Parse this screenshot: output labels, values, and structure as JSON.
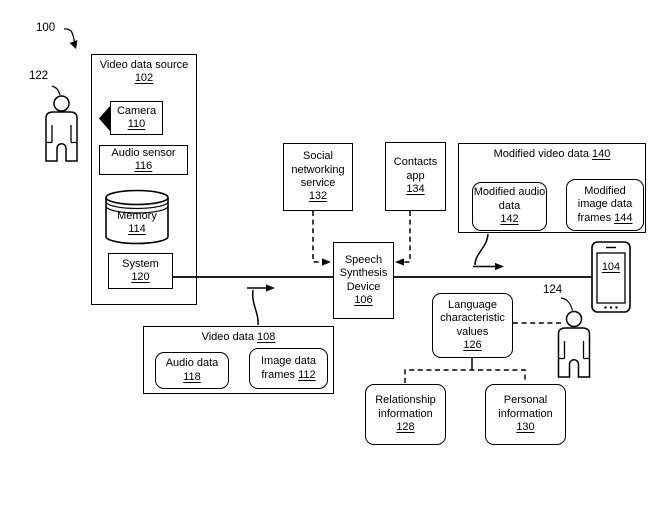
{
  "colors": {
    "ink": "#000000",
    "background": "#ffffff"
  },
  "labels": {
    "fig_ref": "100",
    "person_left_ref": "122",
    "person_right_ref": "124",
    "phone_ref": "104"
  },
  "boxes": {
    "video_source": {
      "label": "Video data source",
      "ref": "102"
    },
    "camera": {
      "label": "Camera",
      "ref": "110"
    },
    "audio_sensor": {
      "label": "Audio sensor",
      "ref": "116"
    },
    "memory": {
      "label": "Memory",
      "ref": "114"
    },
    "system": {
      "label": "System",
      "ref": "120"
    },
    "video_data": {
      "label": "Video data",
      "ref": "108"
    },
    "audio_data": {
      "label": "Audio data",
      "ref": "118"
    },
    "image_frames": {
      "label": "Image data frames",
      "ref": "112"
    },
    "social": {
      "label": "Social networking service",
      "ref": "132"
    },
    "contacts": {
      "label": "Contacts app",
      "ref": "134"
    },
    "speech": {
      "label": "Speech Synthesis Device",
      "ref": "106"
    },
    "modified_video": {
      "label": "Modified video data",
      "ref": "140"
    },
    "modified_audio": {
      "label": "Modified audio data",
      "ref": "142"
    },
    "modified_image": {
      "label": "Modified image data frames",
      "ref": "144"
    },
    "language": {
      "label": "Language characteristic values",
      "ref": "126"
    },
    "relationship": {
      "label": "Relationship information",
      "ref": "128"
    },
    "personal": {
      "label": "Personal information",
      "ref": "130"
    }
  }
}
